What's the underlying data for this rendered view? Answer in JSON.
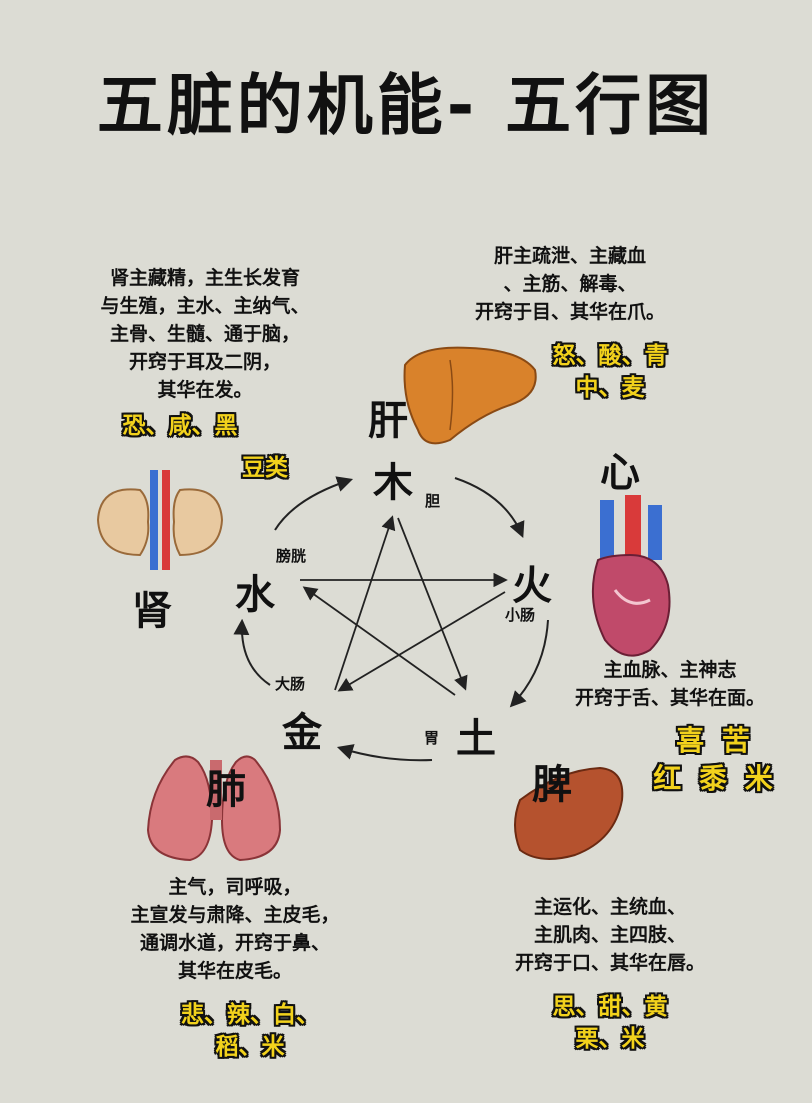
{
  "title": "五脏的机能- 五行图",
  "elements": {
    "wood": "木",
    "fire": "火",
    "earth": "土",
    "metal": "金",
    "water": "水"
  },
  "organs": {
    "liver": "肝",
    "heart": "心",
    "spleen": "脾",
    "lung": "肺",
    "kidney": "肾"
  },
  "paired": {
    "gallbladder": "胆",
    "small_intestine": "小肠",
    "stomach": "胃",
    "large_intestine": "大肠",
    "bladder": "膀胱"
  },
  "descriptions": {
    "kidney": "肾主藏精，主生长发育\n与生殖，主水、主纳气、\n主骨、生髓、通于脑，\n开窍于耳及二阴，\n其华在发。",
    "liver": "肝主疏泄、主藏血\n、主筋、解毒、\n开窍于目、其华在爪。",
    "heart": "主血脉、主神志\n开窍于舌、其华在面。",
    "lung": "主气，司呼吸，\n主宣发与肃降、主皮毛，\n通调水道，开窍于鼻、\n其华在皮毛。",
    "spleen": "主运化、主统血、\n主肌肉、主四肢、\n开窍于口、其华在唇。"
  },
  "attributes": {
    "kidney": "恐、咸、黑",
    "kidney_food": "豆类",
    "liver": "怒、酸、青\n中、麦",
    "heart": "喜 苦\n红 黍 米",
    "lung": "悲、辣、白、\n稻、米",
    "spleen": "思、甜、黄\n栗、米"
  },
  "colors": {
    "background": "#dcdcd4",
    "highlight": "#f2d21c",
    "liver": "#d9822b",
    "heart": "#c04a6a",
    "spleen": "#b5522e",
    "lung": "#d97a7e",
    "kidney": "#e8c9a0"
  }
}
